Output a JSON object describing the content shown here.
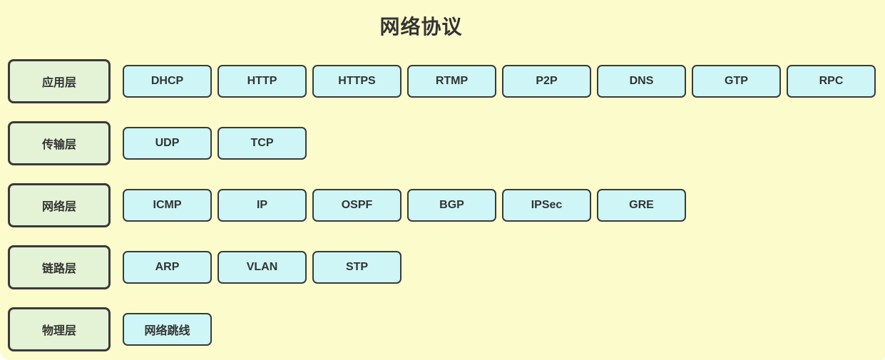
{
  "title": "网络协议",
  "colors": {
    "background": "#FCFBCC",
    "layer_fill": "#E4F3D6",
    "protocol_fill": "#CEF6F6",
    "border": "#3A3A3A",
    "text": "#333333"
  },
  "layers": [
    {
      "name": "应用层",
      "protocols": [
        "DHCP",
        "HTTP",
        "HTTPS",
        "RTMP",
        "P2P",
        "DNS",
        "GTP",
        "RPC"
      ]
    },
    {
      "name": "传输层",
      "protocols": [
        "UDP",
        "TCP"
      ]
    },
    {
      "name": "网络层",
      "protocols": [
        "ICMP",
        "IP",
        "OSPF",
        "BGP",
        "IPSec",
        "GRE"
      ]
    },
    {
      "name": "链路层",
      "protocols": [
        "ARP",
        "VLAN",
        "STP"
      ]
    },
    {
      "name": "物理层",
      "protocols": [
        "网络跳线"
      ]
    }
  ]
}
